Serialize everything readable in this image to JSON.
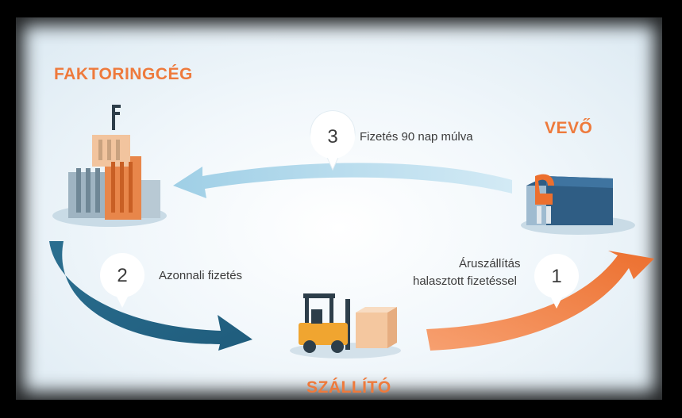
{
  "colors": {
    "orange": "#ee7a3c",
    "dark_blue": "#2d6e8e",
    "light_blue": "#a9d3e8",
    "text": "#3b3b3b"
  },
  "actors": {
    "factoring": "FAKTORINGCÉG",
    "buyer": "VEVŐ",
    "supplier": "SZÁLLÍTÓ"
  },
  "steps": [
    {
      "number": "1",
      "text_line1": "Áruszállítás",
      "text_line2": "halasztott fizetéssel"
    },
    {
      "number": "2",
      "text": "Azonnali fizetés"
    },
    {
      "number": "3",
      "text": "Fizetés 90 nap múlva"
    }
  ],
  "icons": {
    "factoring": "office-building-icon",
    "buyer": "store-building-icon",
    "supplier": "forklift-icon"
  }
}
